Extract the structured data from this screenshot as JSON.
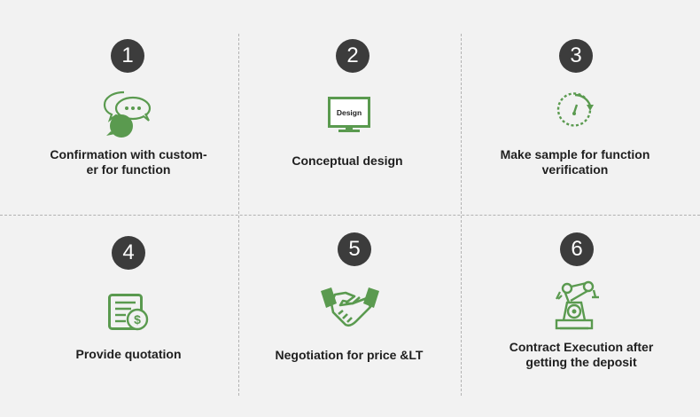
{
  "steps": [
    {
      "number": "1",
      "label_line1": "Confirmation with custom-",
      "label_line2": "er for function",
      "icon": "chat-bubbles-icon"
    },
    {
      "number": "2",
      "label_line1": "Conceptual design",
      "label_line2": "",
      "icon": "monitor-icon",
      "icon_text": "Design"
    },
    {
      "number": "3",
      "label_line1": "Make sample for function",
      "label_line2": "verification",
      "icon": "timer-icon"
    },
    {
      "number": "4",
      "label_line1": "Provide quotation",
      "label_line2": "",
      "icon": "quotation-icon"
    },
    {
      "number": "5",
      "label_line1": "Negotiation for price &LT",
      "label_line2": "",
      "icon": "handshake-icon"
    },
    {
      "number": "6",
      "label_line1": "Contract Execution after",
      "label_line2": "getting the deposit",
      "icon": "robot-arm-icon"
    }
  ],
  "colors": {
    "accent": "#5a9a4f",
    "badge": "#3c3c3c",
    "background": "#f2f2f2"
  }
}
